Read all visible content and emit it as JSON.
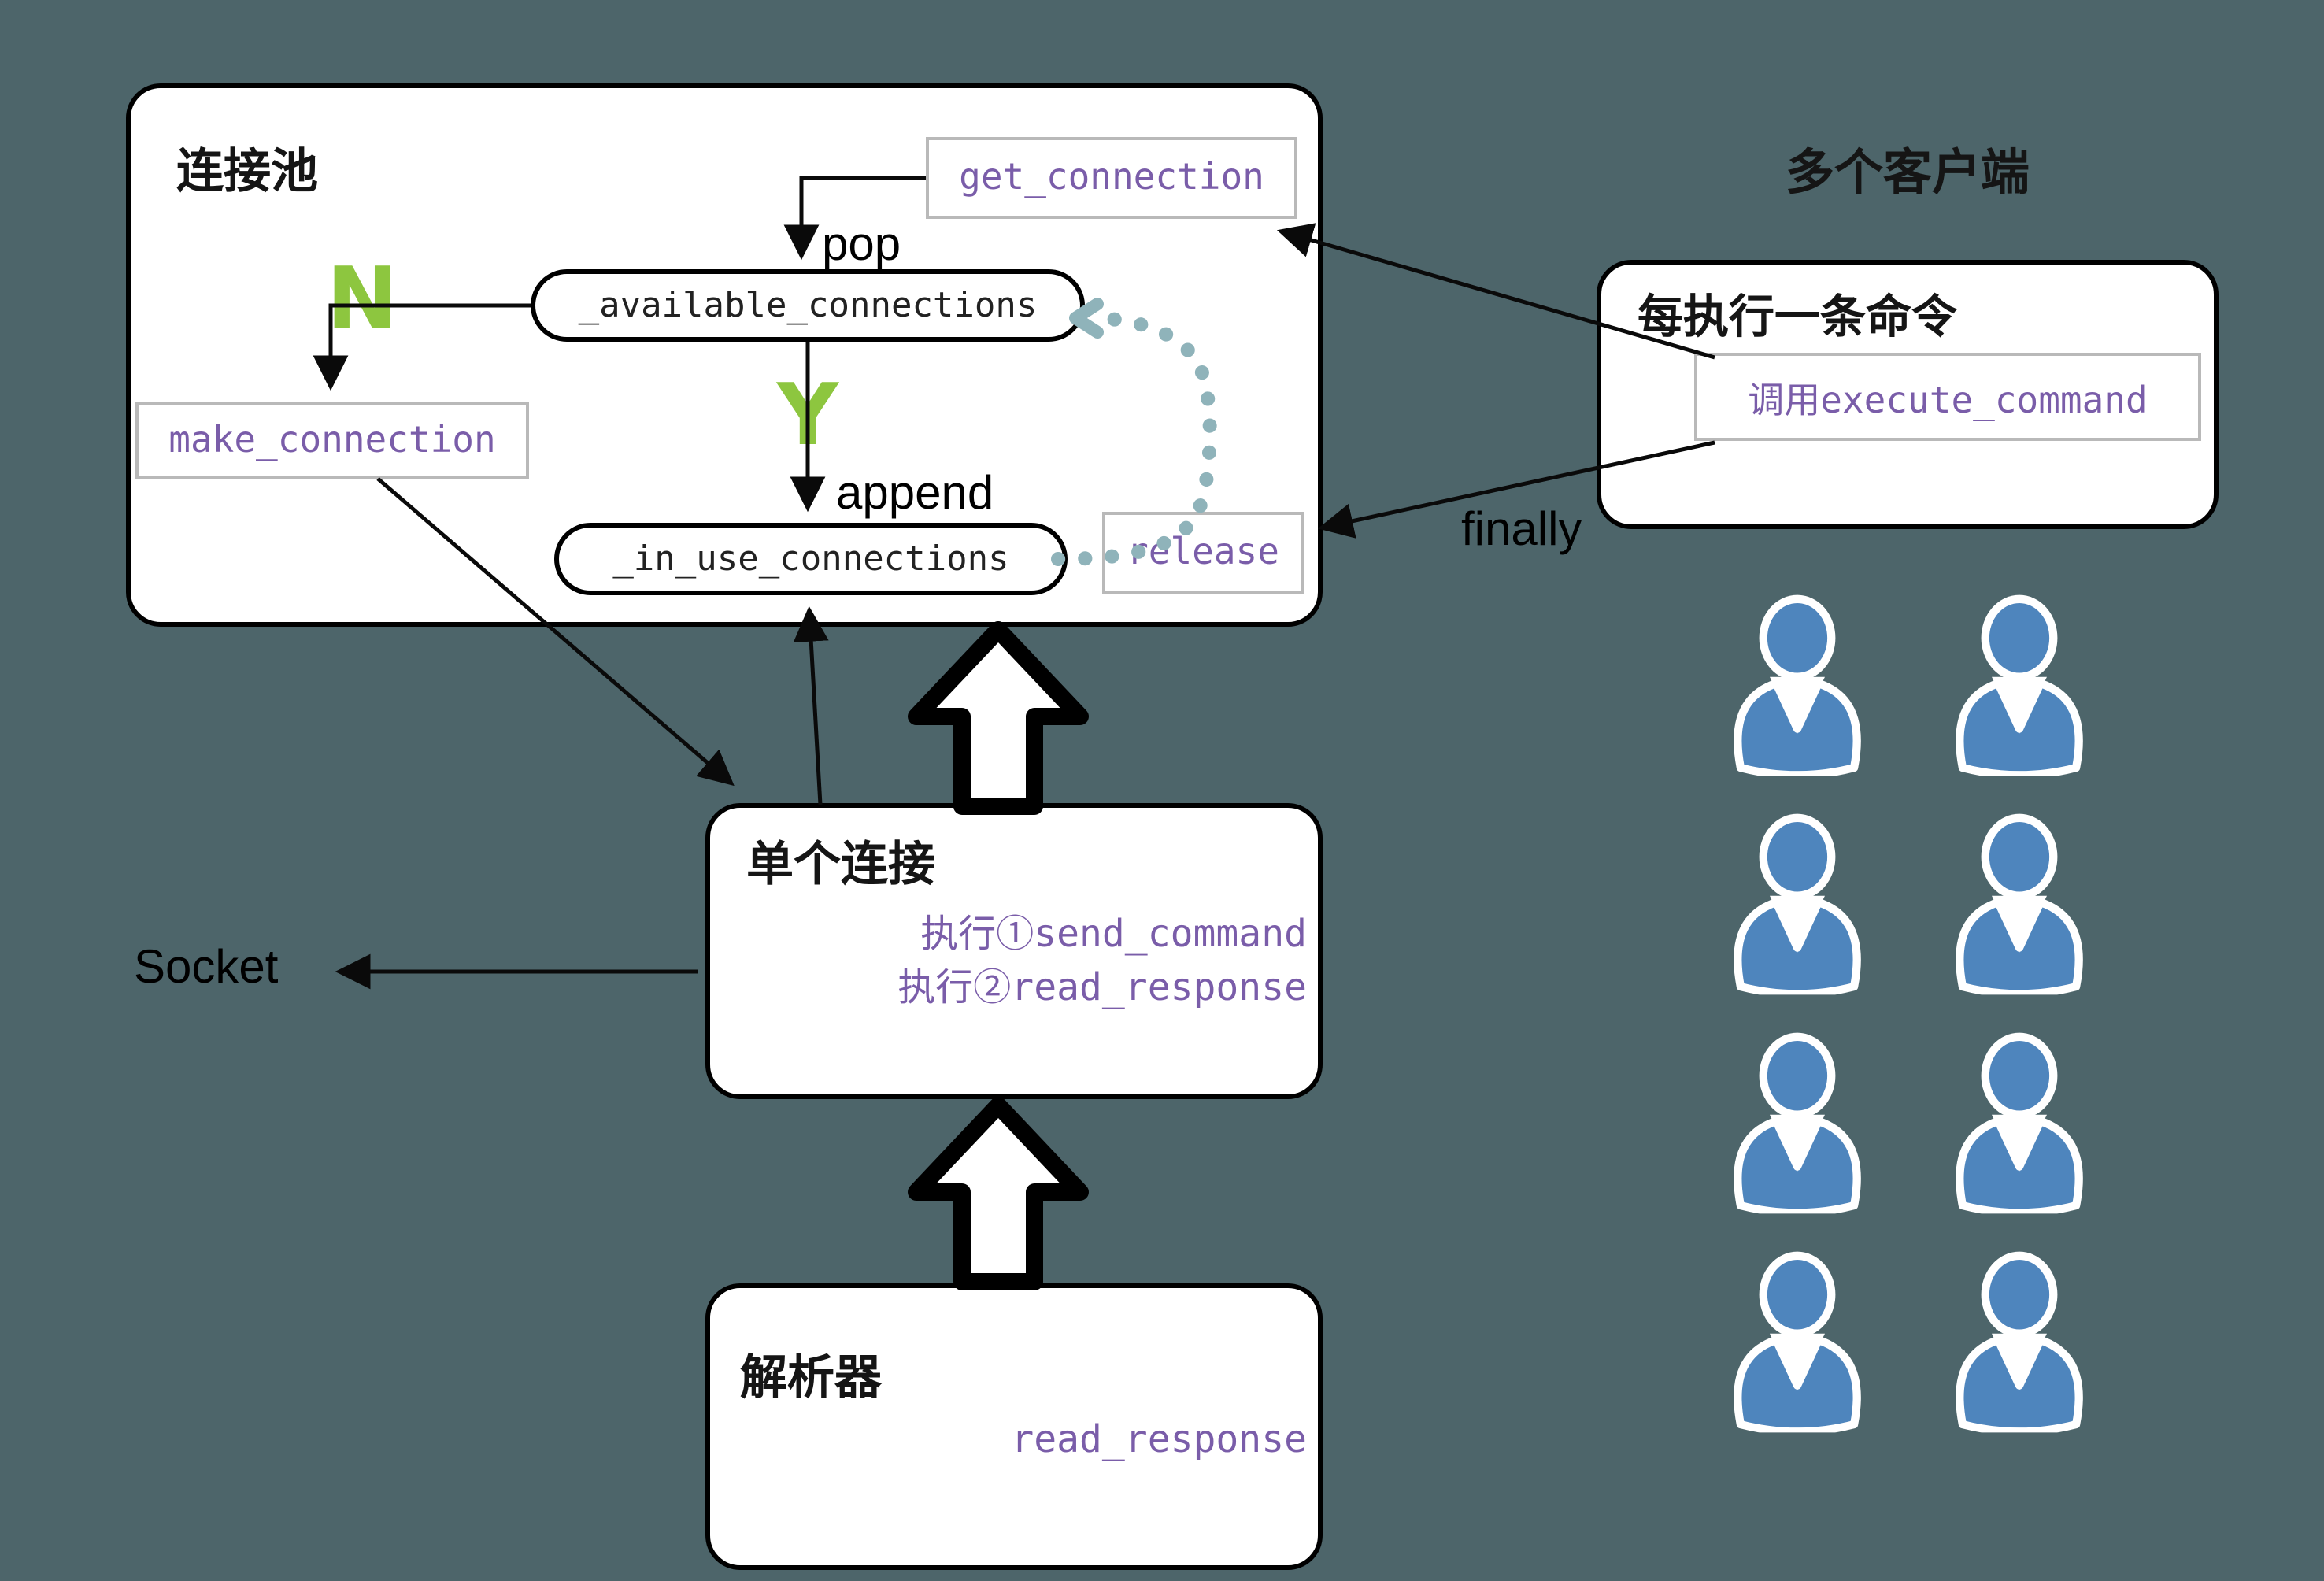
{
  "colors": {
    "background": "#4d656a",
    "box_fill": "#ffffff",
    "box_border": "#000000",
    "small_box_border": "#b9b9b9",
    "code_purple": "#7a5da9",
    "code_black": "#222222",
    "branch_green": "#8dc63f",
    "release_path_teal": "#8fb3ba",
    "client_icon_blue": "#4e85bd"
  },
  "pool": {
    "title": "连接池",
    "get_connection": "get_connection",
    "pop": "pop",
    "available": "_available_connections",
    "branch_no": "N",
    "branch_yes": "Y",
    "make_connection": "make_connection",
    "append": "append",
    "in_use": "_in_use_connections",
    "release": "release"
  },
  "clients": {
    "heading": "多个客户端",
    "box_title": "每执行一条命令",
    "call": "调用execute_command",
    "finally": "finally",
    "count": 8
  },
  "single": {
    "title": "单个连接",
    "line1": "执行①send_command",
    "line2": "执行②read_response"
  },
  "socket": {
    "label": "Socket"
  },
  "parser": {
    "title": "解析器",
    "method": "read_response"
  }
}
